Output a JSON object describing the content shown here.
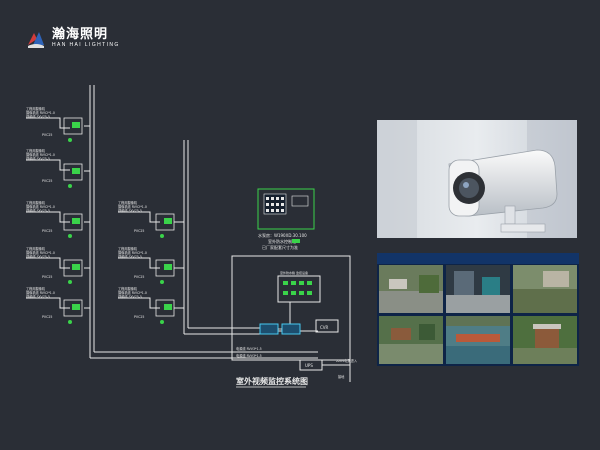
{
  "brand": {
    "name_cn": "瀚海照明",
    "name_en": "HAN HAI LIGHTING"
  },
  "diagram": {
    "title": "室外视频监控系统图",
    "right_box_label_1": "水泵房：W190XD.30.100",
    "right_box_label_2": "室外防水控制箱",
    "right_box_label_3": "已厂家配套尺寸为准",
    "camera_label_1": "工程用摄像机",
    "camera_label_2": "摄像机线 RVV2*1.0",
    "camera_label_3": "视频线 SYV75-5",
    "camera_box_label": "PVC25",
    "center_box_title": "室外防水箱 监控设备",
    "cvr_label": "CVR",
    "ups_label": "UPS",
    "cable_label_1": "电源线 RVV3*1.5",
    "cable_label_2": "电源线 RVV3*1.5",
    "power_label": "220V电源进入",
    "ground_label": "接地"
  },
  "colors": {
    "background": "#2a2e36",
    "line": "#e8e8e8",
    "green": "#3ad34a",
    "cyan": "#46c8f0"
  }
}
